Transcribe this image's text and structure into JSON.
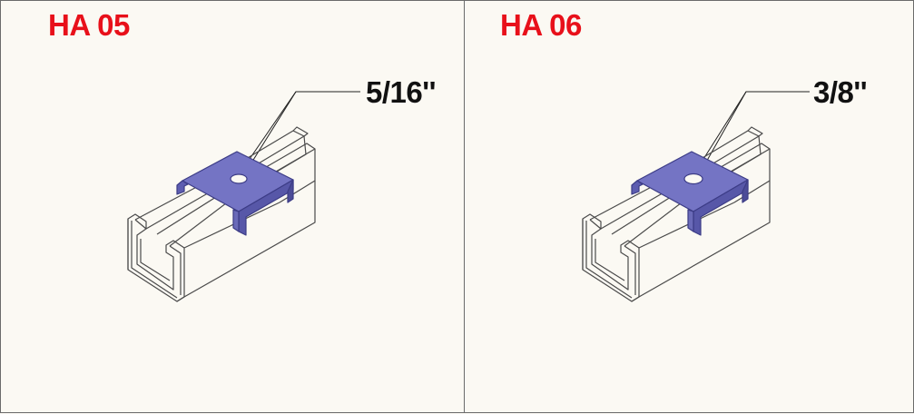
{
  "panels": [
    {
      "code": "HA 05",
      "size": "5/16''"
    },
    {
      "code": "HA 06",
      "size": "3/8''"
    }
  ],
  "colors": {
    "code_text": "#e8101a",
    "clamp_plate": "#7474c4",
    "clamp_plate_edge": "#3c3c86",
    "channel_line": "#4a4a4a",
    "background": "#fbf9f3"
  }
}
